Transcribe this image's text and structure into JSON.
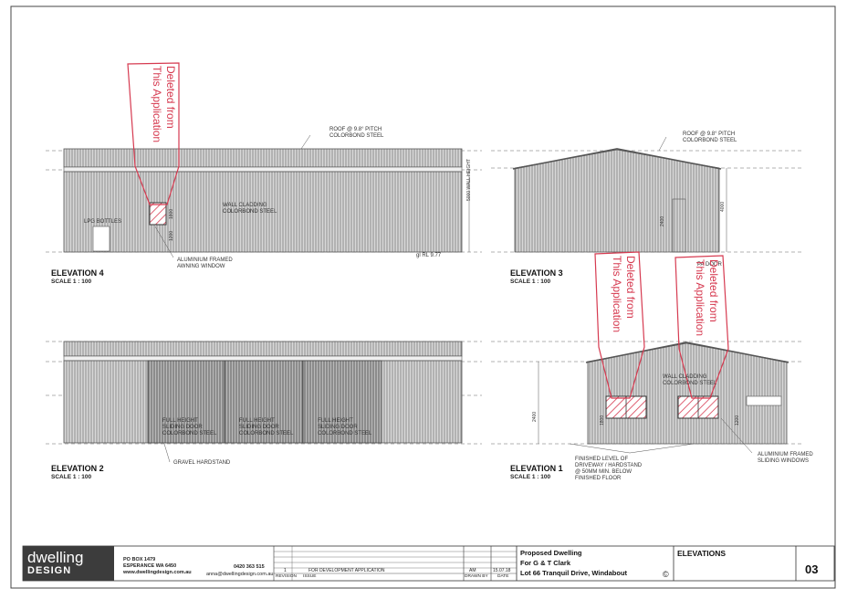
{
  "elevations": {
    "elev4": {
      "title": "ELEVATION 4",
      "scale": "SCALE 1 : 100",
      "roof_note": [
        "ROOF @ 9.8° PITCH",
        "COLORBOND STEEL"
      ],
      "wall_note": [
        "WALL CLADDING",
        "COLORBOND STEEL"
      ],
      "lpg_label": "LPG BOTTLES",
      "window_note": [
        "ALUMINIUM FRAMED",
        "AWNING WINDOW"
      ],
      "wall_height": "5000 WALL HEIGHT",
      "window_height": "1800",
      "sill_height": "1200",
      "ground_level": "gl RL 9.77",
      "stamp": [
        "Deleted from",
        "This Application"
      ]
    },
    "elev3": {
      "title": "ELEVATION 3",
      "scale": "SCALE 1 : 100",
      "roof_note": [
        "ROOF @ 9.8° PITCH",
        "COLORBOND STEEL"
      ],
      "pa_door": "PA DOOR",
      "door_height": "2400",
      "height": "4000",
      "stamp_left": [
        "Deleted from",
        "This Application"
      ],
      "stamp_right": [
        "Deleted from",
        "This Application"
      ]
    },
    "elev2": {
      "title": "ELEVATION 2",
      "scale": "SCALE 1 : 100",
      "door_label": [
        "FULL HEIGHT",
        "SLIDING DOOR",
        "COLORBOND STEEL"
      ],
      "gravel": "GRAVEL HARDSTAND"
    },
    "elev1": {
      "title": "ELEVATION 1",
      "scale": "SCALE 1 : 100",
      "wall_note": [
        "WALL CLADDING",
        "COLORBOND STEEL"
      ],
      "height": "2400",
      "finished_level": [
        "FINISHED LEVEL OF",
        "DRIVEWAY / HARDSTAND",
        "@ 50MM MIN. BELOW",
        "FINISHED FLOOR"
      ],
      "sliding_windows": [
        "ALUMINIUM FRAMED",
        "SLIDING WINDOWS"
      ],
      "dim_left": "1800",
      "dim_right": "1200"
    }
  },
  "title_block": {
    "logo_top": "dwelling",
    "logo_bottom": "DESIGN",
    "address": [
      "PO BOX 1479",
      "ESPERANCE WA 6450",
      "www.dwellingdesign.com.au"
    ],
    "phone": "0420 363 515",
    "email": "anna@dwellingdesign.com.au",
    "revision_num": "1",
    "issue_text": "FOR DEVELOPMENT APPLICATION",
    "drawn_by": "AM",
    "date": "15.07.18",
    "revision_label": "REVISION",
    "issue_label": "ISSUE",
    "drawn_label": "DRAWN BY",
    "date_label": "DATE",
    "project": [
      "Proposed Dwelling",
      "For G & T Clark",
      "Lot 66 Tranquil Drive, Windabout"
    ],
    "copyright": "©",
    "sheet_title": "ELEVATIONS",
    "sheet_number": "03"
  },
  "colors": {
    "stamp": "#d63a50",
    "cladding": "#9a9a9a",
    "frame": "#555555"
  }
}
